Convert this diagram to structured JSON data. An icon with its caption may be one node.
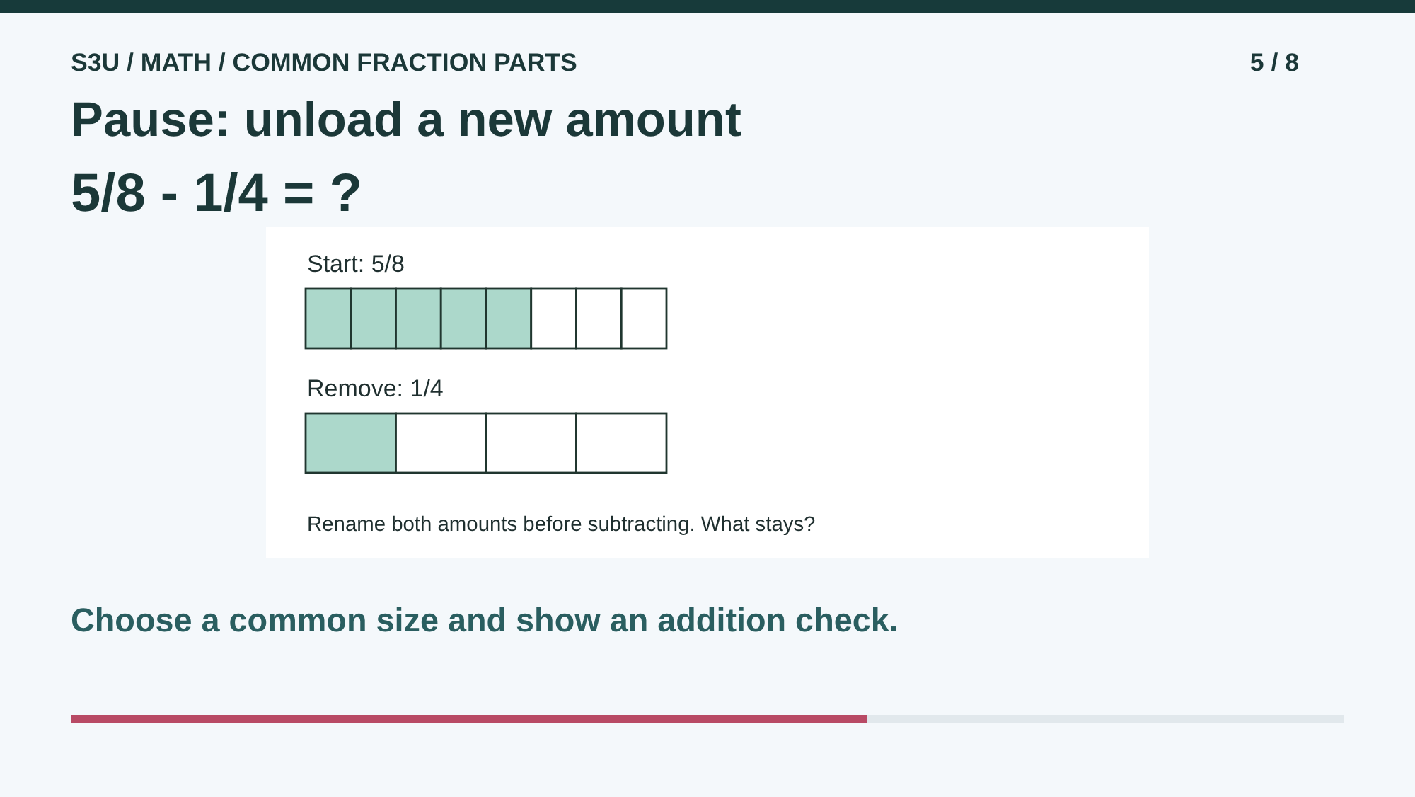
{
  "diagram": {
    "title": "Pause: unload a new amount",
    "nodes": [
      {
        "text": [
          "Start: 5/8",
          "Remove: 1/4",
          "Rename both amounts before subtracting. What stays?"
        ]
      }
    ],
    "labels": [
      "S3U / MATH / COMMON FRACTION PARTS",
      "5 / 8",
      "5/8 - 1/4 = ?",
      "Choose a common size and show an addition check."
    ]
  }
}
